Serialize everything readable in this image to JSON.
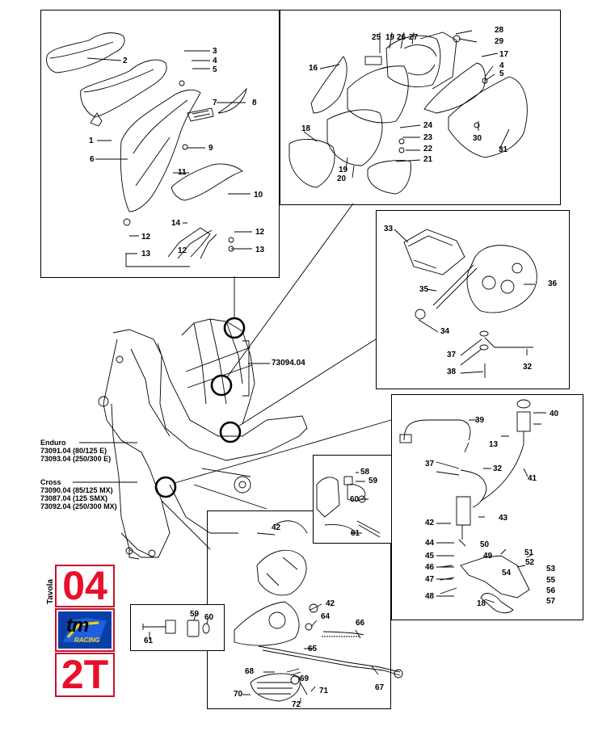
{
  "page": {
    "tavola_word": "Tavola",
    "tavola_number": "04",
    "engine_type": "2T",
    "logo_brand": "tm",
    "logo_subtext": "RACING",
    "frame_code_label": "73094.04"
  },
  "variants": {
    "enduro_title": "Enduro",
    "enduro_lines": [
      "73091.04 (80/125 E)",
      "73093.04 (250/300 E)"
    ],
    "cross_title": "Cross",
    "cross_lines": [
      "73090.04 (85/125 MX)",
      "73087.04 (125 SMX)",
      "73092.04 (250/300 MX)"
    ]
  },
  "callouts": {
    "seat_panel": [
      "1",
      "2",
      "3",
      "4",
      "5",
      "6",
      "7",
      "8",
      "9",
      "10",
      "11",
      "12",
      "12",
      "12",
      "13",
      "13",
      "14"
    ],
    "airbox_panel": [
      "16",
      "18",
      "19",
      "19",
      "20",
      "21",
      "22",
      "23",
      "24",
      "25",
      "26",
      "27",
      "28",
      "29",
      "17",
      "4",
      "5",
      "30",
      "31"
    ],
    "caliper_panel": [
      "33",
      "34",
      "35",
      "36",
      "37",
      "38",
      "32"
    ],
    "brake_panel": [
      "39",
      "40",
      "13",
      "37",
      "32",
      "41",
      "42",
      "43",
      "44",
      "45",
      "46",
      "47",
      "48",
      "49",
      "50",
      "51",
      "52",
      "53",
      "54",
      "55",
      "56",
      "57",
      "18"
    ],
    "footrest_panel": [
      "42",
      "42",
      "64",
      "65",
      "66",
      "67",
      "68",
      "69",
      "70",
      "71",
      "72"
    ],
    "mount_panel": [
      "58",
      "59",
      "60",
      "61"
    ],
    "bushing_panel": [
      "59",
      "60",
      "61"
    ]
  }
}
